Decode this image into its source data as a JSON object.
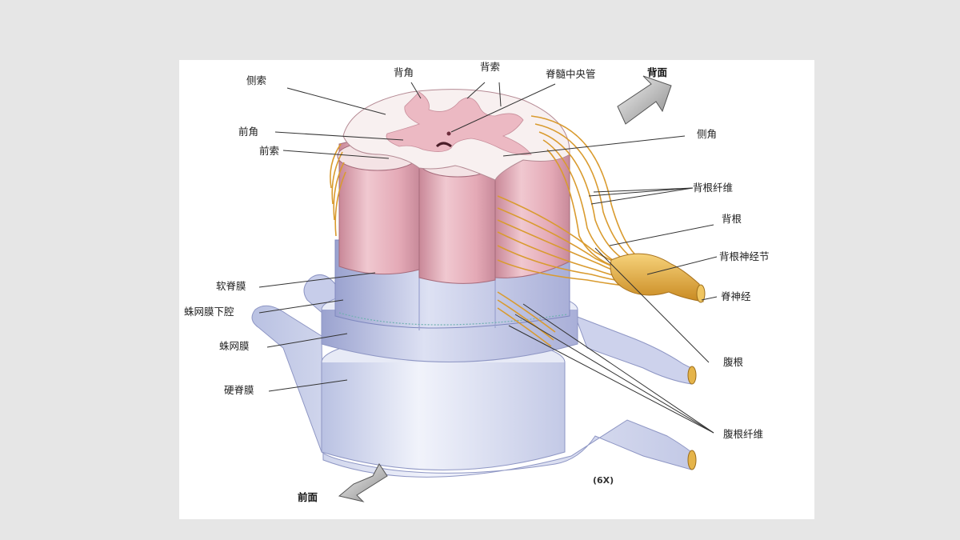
{
  "diagram": {
    "labels": {
      "lateral_funiculus": "侧索",
      "dorsal_horn": "背角",
      "dorsal_funiculus": "背索",
      "central_canal": "脊髓中央管",
      "dorsal_side": "背面",
      "ventral_horn": "前角",
      "ventral_funiculus": "前索",
      "lateral_horn": "侧角",
      "dorsal_rootlets": "背根纤维",
      "dorsal_root": "背根",
      "dorsal_root_ganglion": "背根神经节",
      "pia_mater": "软脊膜",
      "subarachnoid_space": "蛛网膜下腔",
      "spinal_nerve": "脊神经",
      "arachnoid": "蛛网膜",
      "ventral_root": "腹根",
      "dura_mater": "硬脊膜",
      "ventral_rootlets": "腹根纤维",
      "magnification": "(6X)",
      "ventral_side": "前面"
    },
    "colors": {
      "white_matter": "#f7eeee",
      "gray_matter": "#ecb9c3",
      "column_pink": "#e2a6b3",
      "meninges_blue": "#c4c9e6",
      "dura_blue": "#d6dcef",
      "nerve_yellow": "#e0a33a"
    }
  }
}
